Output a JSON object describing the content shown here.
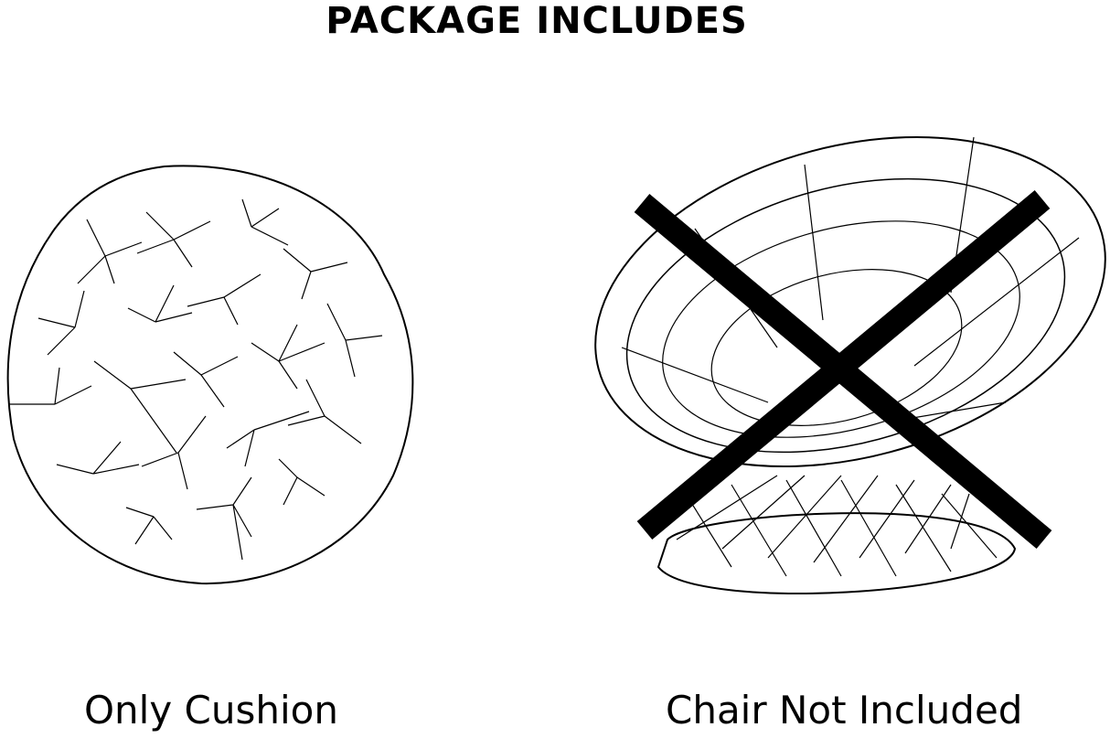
{
  "title": "PACKAGE INCLUDES",
  "left_caption": "Only Cushion",
  "right_caption": "Chair Not Included",
  "colors": {
    "ink": "#000000",
    "background": "#ffffff"
  }
}
